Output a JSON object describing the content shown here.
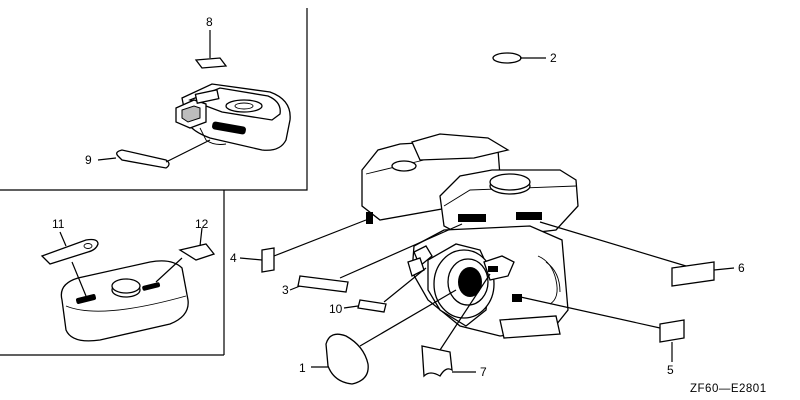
{
  "callouts": [
    "1",
    "2",
    "3",
    "4",
    "5",
    "6",
    "7",
    "8",
    "9",
    "10",
    "11",
    "12"
  ],
  "diagram_code": "ZF60—E2801"
}
